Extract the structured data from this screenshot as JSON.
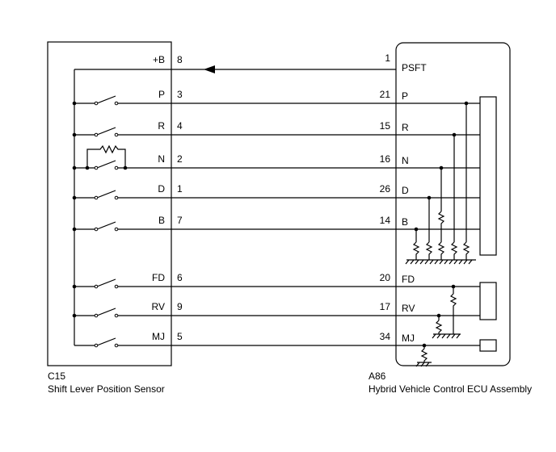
{
  "left_component": {
    "code": "C15",
    "name": "Shift Lever Position Sensor"
  },
  "right_component": {
    "code": "A86",
    "name": "Hybrid Vehicle Control ECU Assembly"
  },
  "signals": [
    {
      "left_label": "+B",
      "left_pin": "8",
      "right_pin": "1",
      "right_label": "PSFT"
    },
    {
      "left_label": "P",
      "left_pin": "3",
      "right_pin": "21",
      "right_label": "P"
    },
    {
      "left_label": "R",
      "left_pin": "4",
      "right_pin": "15",
      "right_label": "R"
    },
    {
      "left_label": "N",
      "left_pin": "2",
      "right_pin": "16",
      "right_label": "N"
    },
    {
      "left_label": "D",
      "left_pin": "1",
      "right_pin": "26",
      "right_label": "D"
    },
    {
      "left_label": "B",
      "left_pin": "7",
      "right_pin": "14",
      "right_label": "B"
    },
    {
      "left_label": "FD",
      "left_pin": "6",
      "right_pin": "20",
      "right_label": "FD"
    },
    {
      "left_label": "RV",
      "left_pin": "9",
      "right_pin": "17",
      "right_label": "RV"
    },
    {
      "left_label": "MJ",
      "left_pin": "5",
      "right_pin": "34",
      "right_label": "MJ"
    }
  ],
  "colors": {
    "line": "#000000",
    "background": "#ffffff"
  }
}
